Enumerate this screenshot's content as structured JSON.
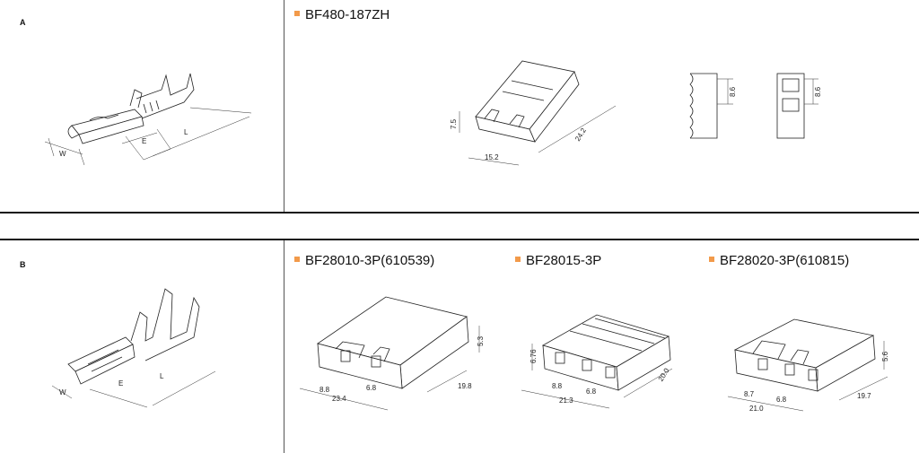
{
  "section_a": {
    "label": "A",
    "terminal_dims": {
      "w": "W",
      "e": "E",
      "l": "L"
    },
    "model": "BF480-187ZH",
    "dims": {
      "height": "7.5",
      "width": "15.2",
      "length": "24.2",
      "pitch1": "8.6",
      "pitch2": "8.6"
    }
  },
  "section_b": {
    "label": "B",
    "terminal_dims": {
      "w": "W",
      "e": "E",
      "l": "L"
    },
    "models": [
      {
        "name": "BF28010-3P(610539)",
        "dims": {
          "h": "5.3",
          "p1": "8.8",
          "p2": "6.8",
          "total": "23.4",
          "depth": "19.8"
        }
      },
      {
        "name": "BF28015-3P",
        "dims": {
          "h": "6.76",
          "p1": "8.8",
          "p2": "6.8",
          "total": "21.3",
          "depth": "20.0"
        }
      },
      {
        "name": "BF28020-3P(610815)",
        "dims": {
          "h": "5.6",
          "p1": "8.7",
          "p2": "6.8",
          "total": "21.0",
          "depth": "19.7"
        }
      }
    ]
  },
  "colors": {
    "accent": "#f29a4a",
    "line": "#222222"
  }
}
